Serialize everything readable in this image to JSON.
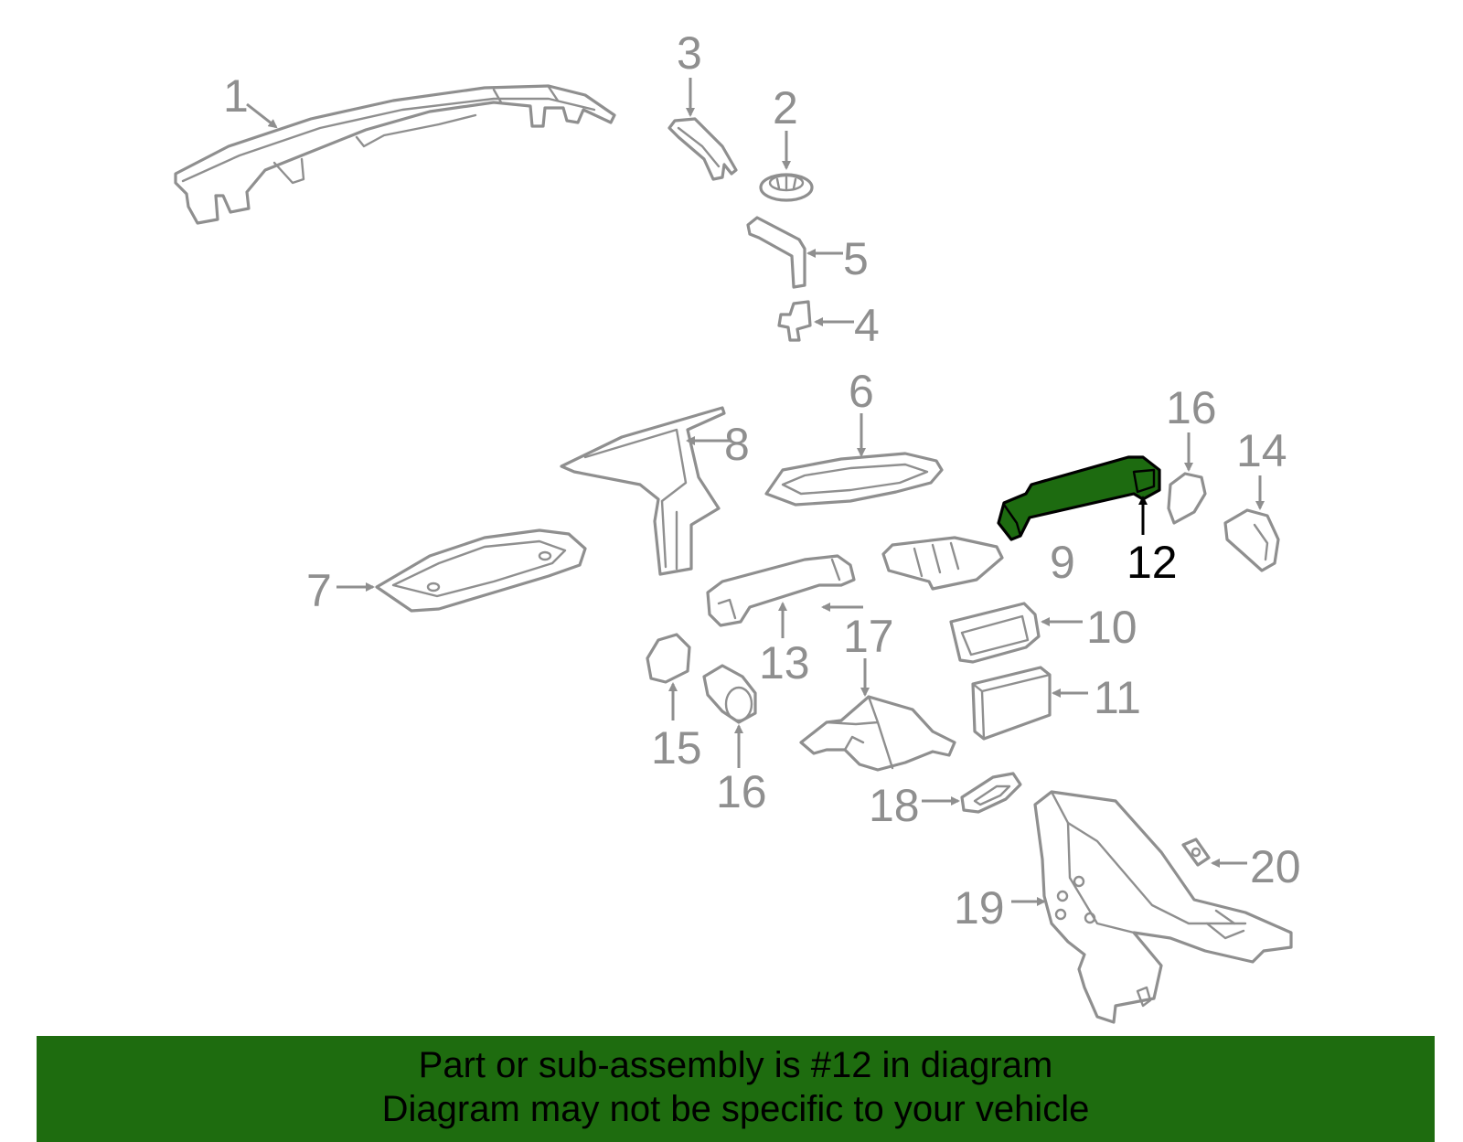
{
  "diagram": {
    "highlighted_part": "12",
    "callouts": [
      "1",
      "2",
      "3",
      "4",
      "5",
      "6",
      "7",
      "8",
      "9",
      "10",
      "11",
      "12",
      "13",
      "14",
      "15",
      "16",
      "16",
      "17",
      "18",
      "19",
      "20"
    ],
    "colors": {
      "part_stroke": "#8f8f8f",
      "highlight_fill": "#1d6b10",
      "highlight_stroke": "#000000",
      "banner_bg": "#1e6c0f"
    }
  },
  "banner": {
    "line1": "Part or sub-assembly is #12 in diagram",
    "line2": "Diagram may not be specific to your vehicle"
  }
}
